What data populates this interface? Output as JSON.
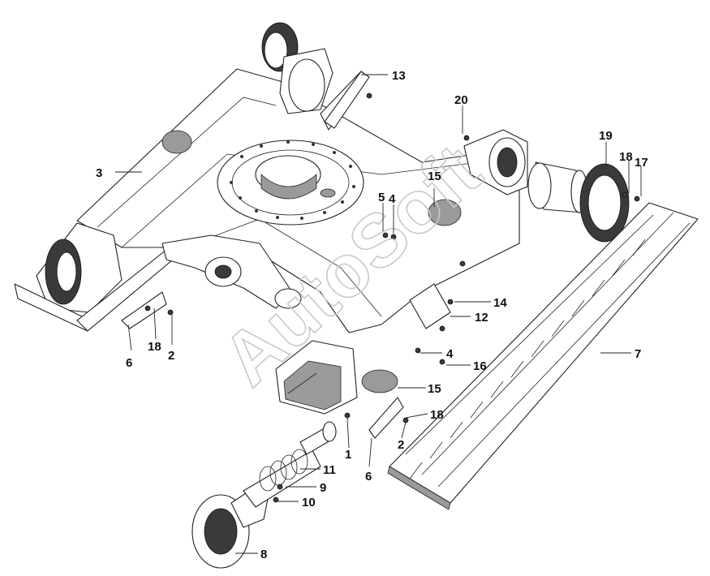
{
  "watermark": "AutoSoft",
  "labels": {
    "l1": "1",
    "l2a": "2",
    "l2b": "2",
    "l3": "3",
    "l4a": "4",
    "l4b": "4",
    "l5": "5",
    "l6a": "6",
    "l6b": "6",
    "l7": "7",
    "l8": "8",
    "l9": "9",
    "l10": "10",
    "l11": "11",
    "l12": "12",
    "l13": "13",
    "l14": "14",
    "l15a": "15",
    "l15b": "15",
    "l16": "16",
    "l17": "17",
    "l18a": "18",
    "l18b": "18",
    "l19": "19",
    "l20": "20"
  }
}
